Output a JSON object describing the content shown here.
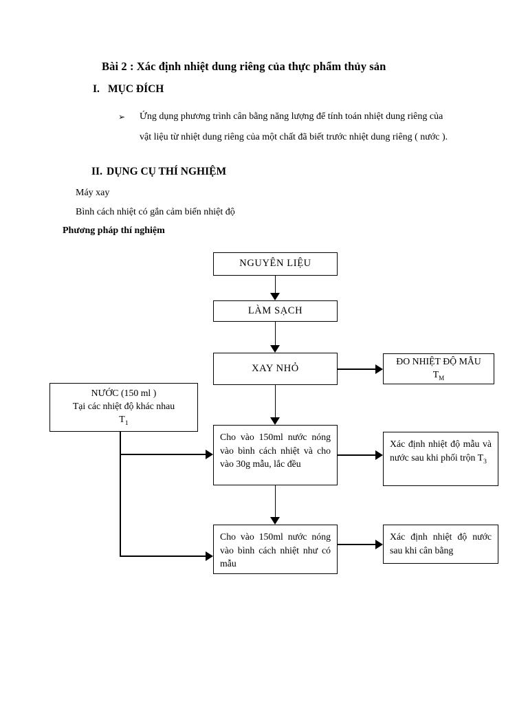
{
  "document": {
    "title": "Bài 2 : Xác định nhiệt dung riêng của thực phẩm thủy sản",
    "sections": [
      {
        "number": "I.",
        "heading": "MỤC ĐÍCH",
        "bullet_marker": "➢",
        "bullet_text": "Ứng dụng phương trình cân bằng năng lượng để tính toán nhiệt dung riêng của vật liệu từ nhiệt dung riêng của một chất đã biết trước nhiệt dung riêng ( nước )."
      },
      {
        "number": "II.",
        "heading": "DỤNG CỤ THÍ NGHIỆM",
        "lines": [
          "Máy xay",
          "Bình cách nhiệt có gắn cảm biến nhiệt độ"
        ]
      }
    ],
    "subheading": "Phương pháp thí nghiệm"
  },
  "flowchart": {
    "nodes": {
      "raw_material": "NGUYÊN LIỆU",
      "cleaning": "LÀM SẠCH",
      "grinding": "XAY NHỎ",
      "measure_sample_temp": {
        "line1": "ĐO NHIỆT ĐỘ MẪU",
        "symbol": "T",
        "subscript": "M"
      },
      "water": {
        "line1": "NƯỚC (150 ml )",
        "line2": "Tại các nhiệt độ khác nhau",
        "symbol": "T",
        "subscript": "1"
      },
      "mix_with_sample": "Cho vào 150ml nước nóng vào bình cách nhiệt và cho vào 30g mẫu, lắc đều",
      "result_mixed": {
        "text": "Xác định nhiệt độ mẫu và nước sau khi phối trộn T",
        "subscript": "3"
      },
      "blank_run": "Cho vào 150ml nước nóng vào bình cách nhiệt như có mẫu",
      "result_equilibrium": "Xác định nhiệt độ nước sau khi cân bằng"
    }
  },
  "style": {
    "line_color": "#000000",
    "page_background": "#ffffff"
  }
}
